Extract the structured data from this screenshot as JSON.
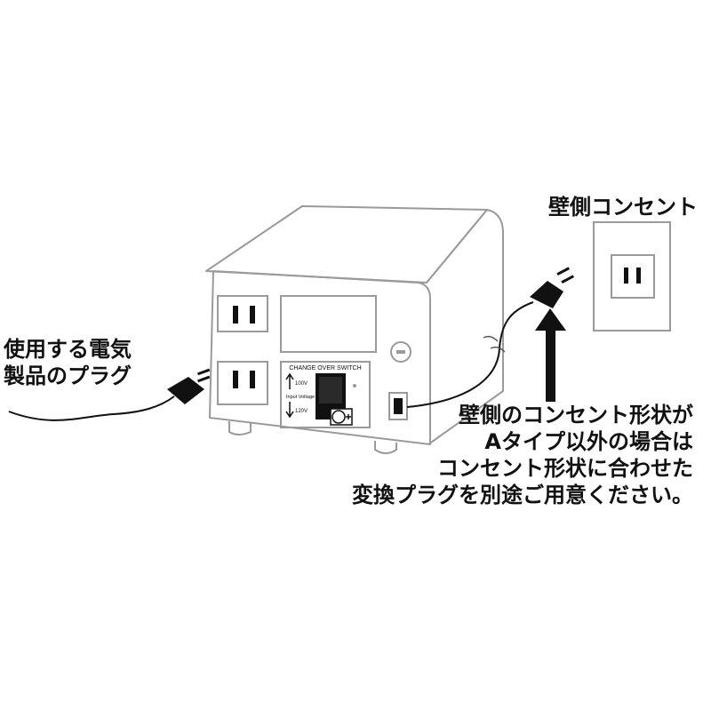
{
  "wall_outlet_label": "壁側コンセント",
  "appliance_plug_label": [
    "使用する電気",
    "製品のプラグ"
  ],
  "note_lines": [
    "壁側のコンセント形状が",
    "Aタイプ以外の場合は",
    "コンセント形状に合わせた",
    "変換プラグを別途ご用意ください。"
  ],
  "switch_panel": {
    "title": "CHANGE OVER SWITCH",
    "upper_voltage": "100V",
    "lower_voltage": "120V",
    "caption": "Input Voltage"
  }
}
